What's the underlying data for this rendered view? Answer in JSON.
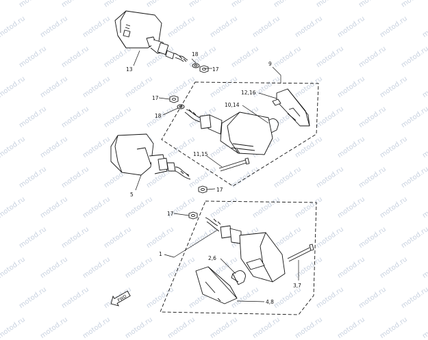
{
  "watermark": "motod.ru",
  "callouts": {
    "c13": "13",
    "c18a": "18",
    "c17a": "17",
    "c9": "9",
    "c12_16": "12,16",
    "c10_14": "10,14",
    "c17b": "17",
    "c18b": "18",
    "c11_15": "11,15",
    "c5": "5",
    "c17c": "17",
    "c17d": "17",
    "c1": "1",
    "c2_6": "2,6",
    "c3_7": "3,7",
    "c4_8": "4,8"
  },
  "fwd_label": "FWD",
  "colors": {
    "line": "#111111",
    "watermark": "#b8c4d6"
  }
}
